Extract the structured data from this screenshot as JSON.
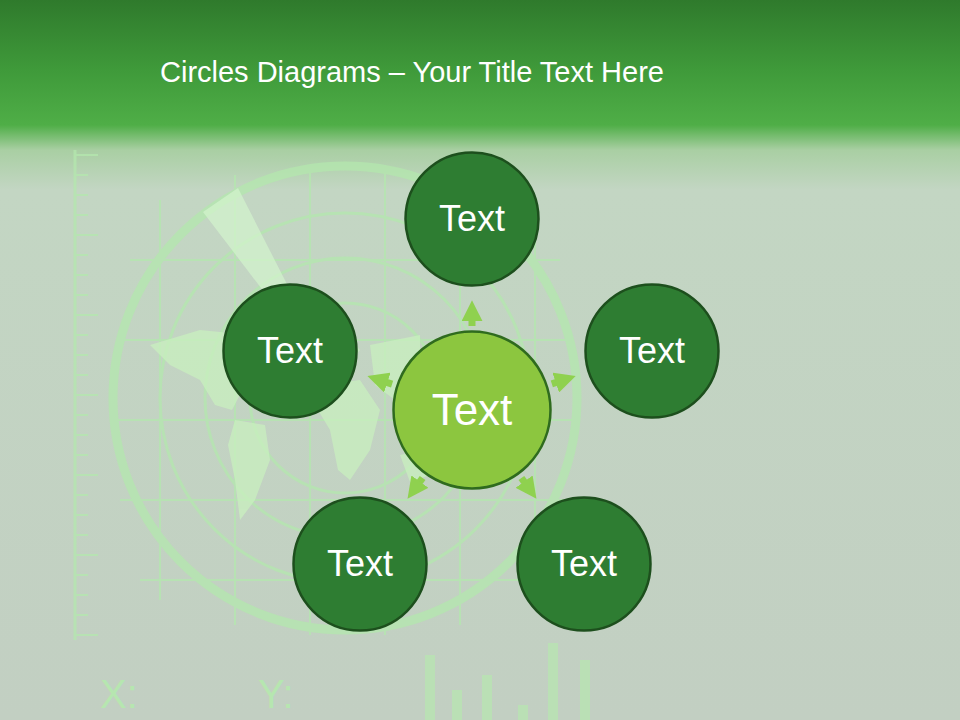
{
  "diagram": {
    "title": "Circles Diagrams – Your Title Text Here",
    "nodes": [
      {
        "text": [
          "Text"
        ]
      },
      {
        "text": [
          "Text"
        ]
      },
      {
        "text": [
          "Text"
        ]
      },
      {
        "text": [
          "Text"
        ]
      },
      {
        "text": [
          "Text"
        ]
      },
      {
        "text": [
          "Text"
        ]
      }
    ],
    "edges": [
      {
        "from": 2,
        "to": 0,
        "arrow": "to"
      },
      {
        "from": 2,
        "to": 1,
        "arrow": "to"
      },
      {
        "from": 2,
        "to": 3,
        "arrow": "to"
      },
      {
        "from": 2,
        "to": 4,
        "arrow": "to"
      },
      {
        "from": 2,
        "to": 5,
        "arrow": "to"
      }
    ],
    "labels": [
      "X:",
      "Y:"
    ]
  }
}
